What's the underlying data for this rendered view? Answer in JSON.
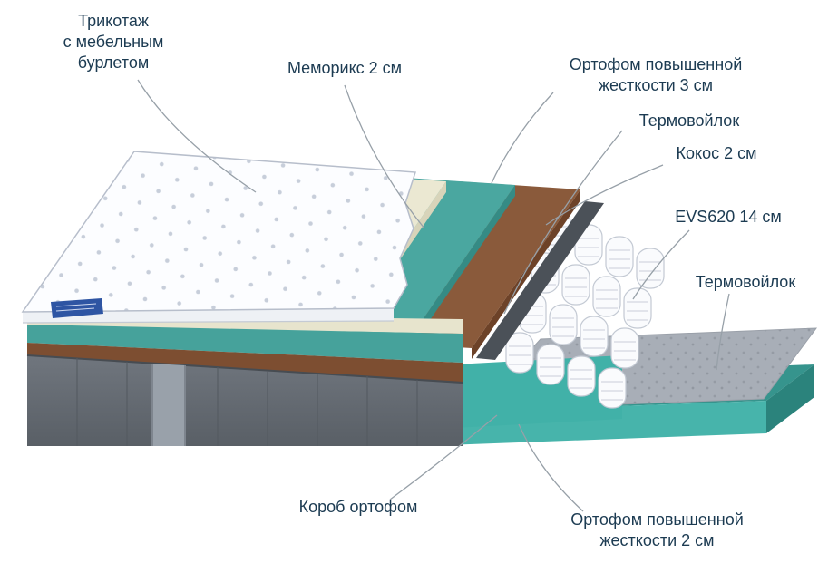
{
  "diagram": {
    "type": "annotated-illustration",
    "subject": "mattress layers exploded view",
    "labels": [
      {
        "id": "tricot",
        "text": "Трикотаж\nс мебельным\nбурлетом"
      },
      {
        "id": "memorix",
        "text": "Меморикс 2 см"
      },
      {
        "id": "ortho3",
        "text": "Ортофом повышенной\nжесткости 3 см"
      },
      {
        "id": "felt1",
        "text": "Термовойлок"
      },
      {
        "id": "kokos",
        "text": "Кокос 2 см"
      },
      {
        "id": "evs",
        "text": "EVS620 14 см"
      },
      {
        "id": "felt2",
        "text": "Термовойлок"
      },
      {
        "id": "korob",
        "text": "Короб ортофом"
      },
      {
        "id": "ortho2",
        "text": "Ортофом повышенной\nжесткости 2 см"
      }
    ],
    "colors": {
      "text": "#1c3b52",
      "leader_line": "#97a0a8",
      "teal": "#47b4ab",
      "teal_dark": "#358b85",
      "brown": "#8a5a3b",
      "brown_dark": "#6d4228",
      "felt_dark": "#4b5158",
      "felt_light": "#a8aeb7",
      "cream": "#ebe8d2",
      "quilt_white": "#fcfdff",
      "box_gray": "#666c74",
      "spring_white": "#fafbfd",
      "tag_blue": "#2e55a3"
    }
  }
}
